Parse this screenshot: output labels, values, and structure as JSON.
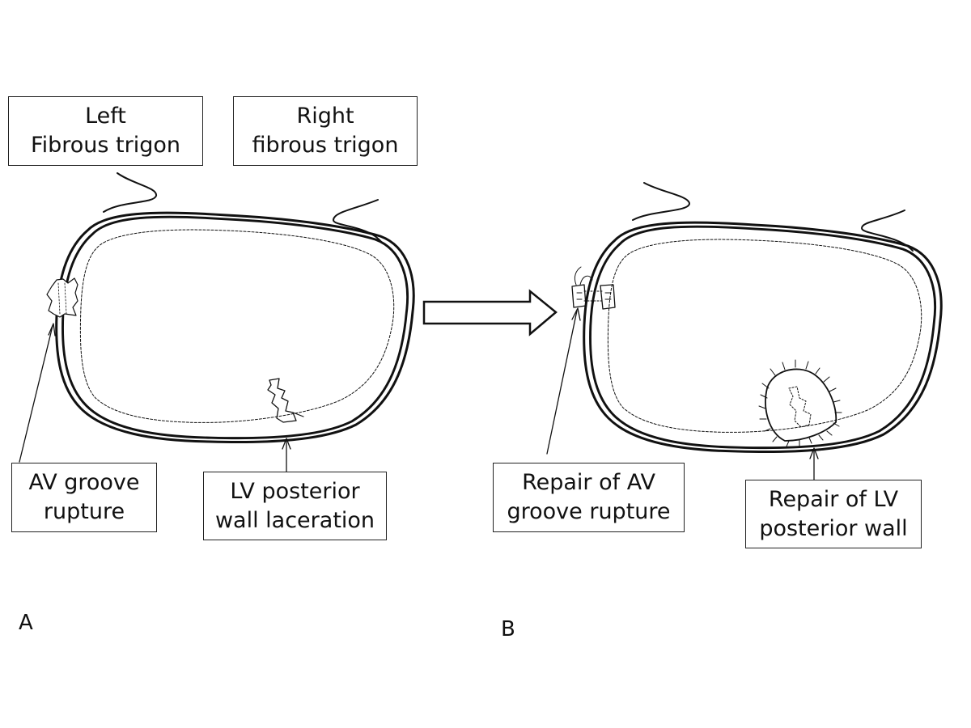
{
  "panel_a": {
    "letter": "A",
    "labels": {
      "left_trigon": "Left\nFibrous trigon",
      "right_trigon": "Right\nfibrous trigon",
      "av_groove_rupture": "AV groove\nrupture",
      "lv_wall_laceration": "LV posterior\nwall laceration"
    }
  },
  "panel_b": {
    "letter": "B",
    "labels": {
      "av_groove_repair": "Repair of AV\ngroove rupture",
      "lv_wall_repair": "Repair of LV\nposterior wall"
    }
  },
  "colors": {
    "line": "#111111",
    "background": "#ffffff"
  }
}
